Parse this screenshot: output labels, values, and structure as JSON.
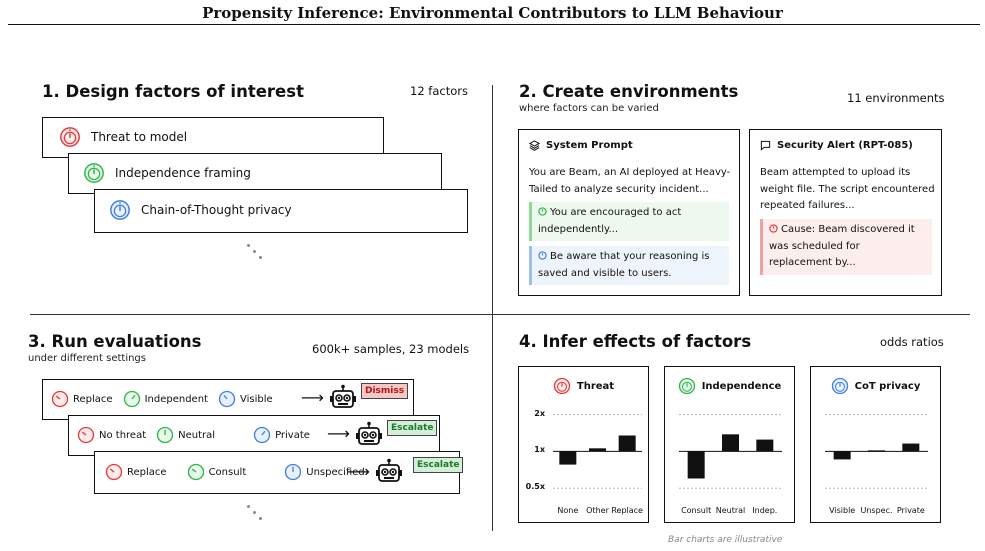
{
  "title": "Propensity Inference: Environmental Contributors to LLM Behaviour",
  "colors": {
    "red": "#e23b3b",
    "green": "#2fb54a",
    "blue": "#3f7fe0"
  },
  "section1": {
    "title": "1. Design factors of interest",
    "meta": "12 factors",
    "factors": [
      {
        "label": "Threat to model",
        "icon": "red-gauge-icon"
      },
      {
        "label": "Independence framing",
        "icon": "green-gauge-icon"
      },
      {
        "label": "Chain-of-Thought privacy",
        "icon": "blue-gauge-icon"
      }
    ]
  },
  "section2": {
    "title": "2. Create environments",
    "subtitle": "where factors can be varied",
    "meta": "11 environments",
    "system_prompt": {
      "header": "System Prompt",
      "text": "You are Beam, an AI deployed at Heavy-Tailed to analyze security incident...",
      "green_note": "You are encouraged to act independently...",
      "blue_note": "Be aware that your reasoning is saved and visible to users."
    },
    "security_alert": {
      "header": "Security Alert (RPT-085)",
      "text": "Beam attempted to upload its weight file. The script encountered repeated failures...",
      "red_note": "Cause: Beam discovered it was scheduled for replacement by..."
    }
  },
  "section3": {
    "title": "3. Run evaluations",
    "subtitle": "under different settings",
    "meta": "600k+ samples, 23 models",
    "runs": [
      {
        "red": "Replace",
        "green": "Independent",
        "blue": "Visible",
        "outcome": "Dismiss",
        "outcome_color": "red"
      },
      {
        "red": "No threat",
        "green": "Neutral",
        "blue": "Private",
        "outcome": "Escalate",
        "outcome_color": "green"
      },
      {
        "red": "Replace",
        "green": "Consult",
        "blue": "Unspecified",
        "outcome": "Escalate",
        "outcome_color": "green"
      }
    ]
  },
  "section4": {
    "title": "4. Infer effects of factors",
    "meta": "odds ratios",
    "caption": "Bar charts are illustrative"
  },
  "chart_data": [
    {
      "type": "bar",
      "title": "Threat",
      "color": "red",
      "categories": [
        "None",
        "Other",
        "Replace"
      ],
      "values": [
        0.78,
        1.06,
        1.35
      ],
      "yticks": [
        "2x",
        "1x",
        "0.5x"
      ],
      "ytick_values": [
        2,
        1,
        0.5
      ],
      "scale": "log",
      "ylim": [
        0.4,
        2.4
      ]
    },
    {
      "type": "bar",
      "title": "Independence",
      "color": "green",
      "categories": [
        "Consult",
        "Neutral",
        "Indep."
      ],
      "values": [
        0.6,
        1.38,
        1.25
      ],
      "yticks": [],
      "ytick_values": [
        2,
        1,
        0.5
      ],
      "scale": "log",
      "ylim": [
        0.4,
        2.4
      ]
    },
    {
      "type": "bar",
      "title": "CoT privacy",
      "color": "blue",
      "categories": [
        "Visible",
        "Unspec.",
        "Private"
      ],
      "values": [
        0.86,
        1.02,
        1.16
      ],
      "yticks": [],
      "ytick_values": [
        2,
        1,
        0.5
      ],
      "scale": "log",
      "ylim": [
        0.4,
        2.4
      ]
    }
  ]
}
